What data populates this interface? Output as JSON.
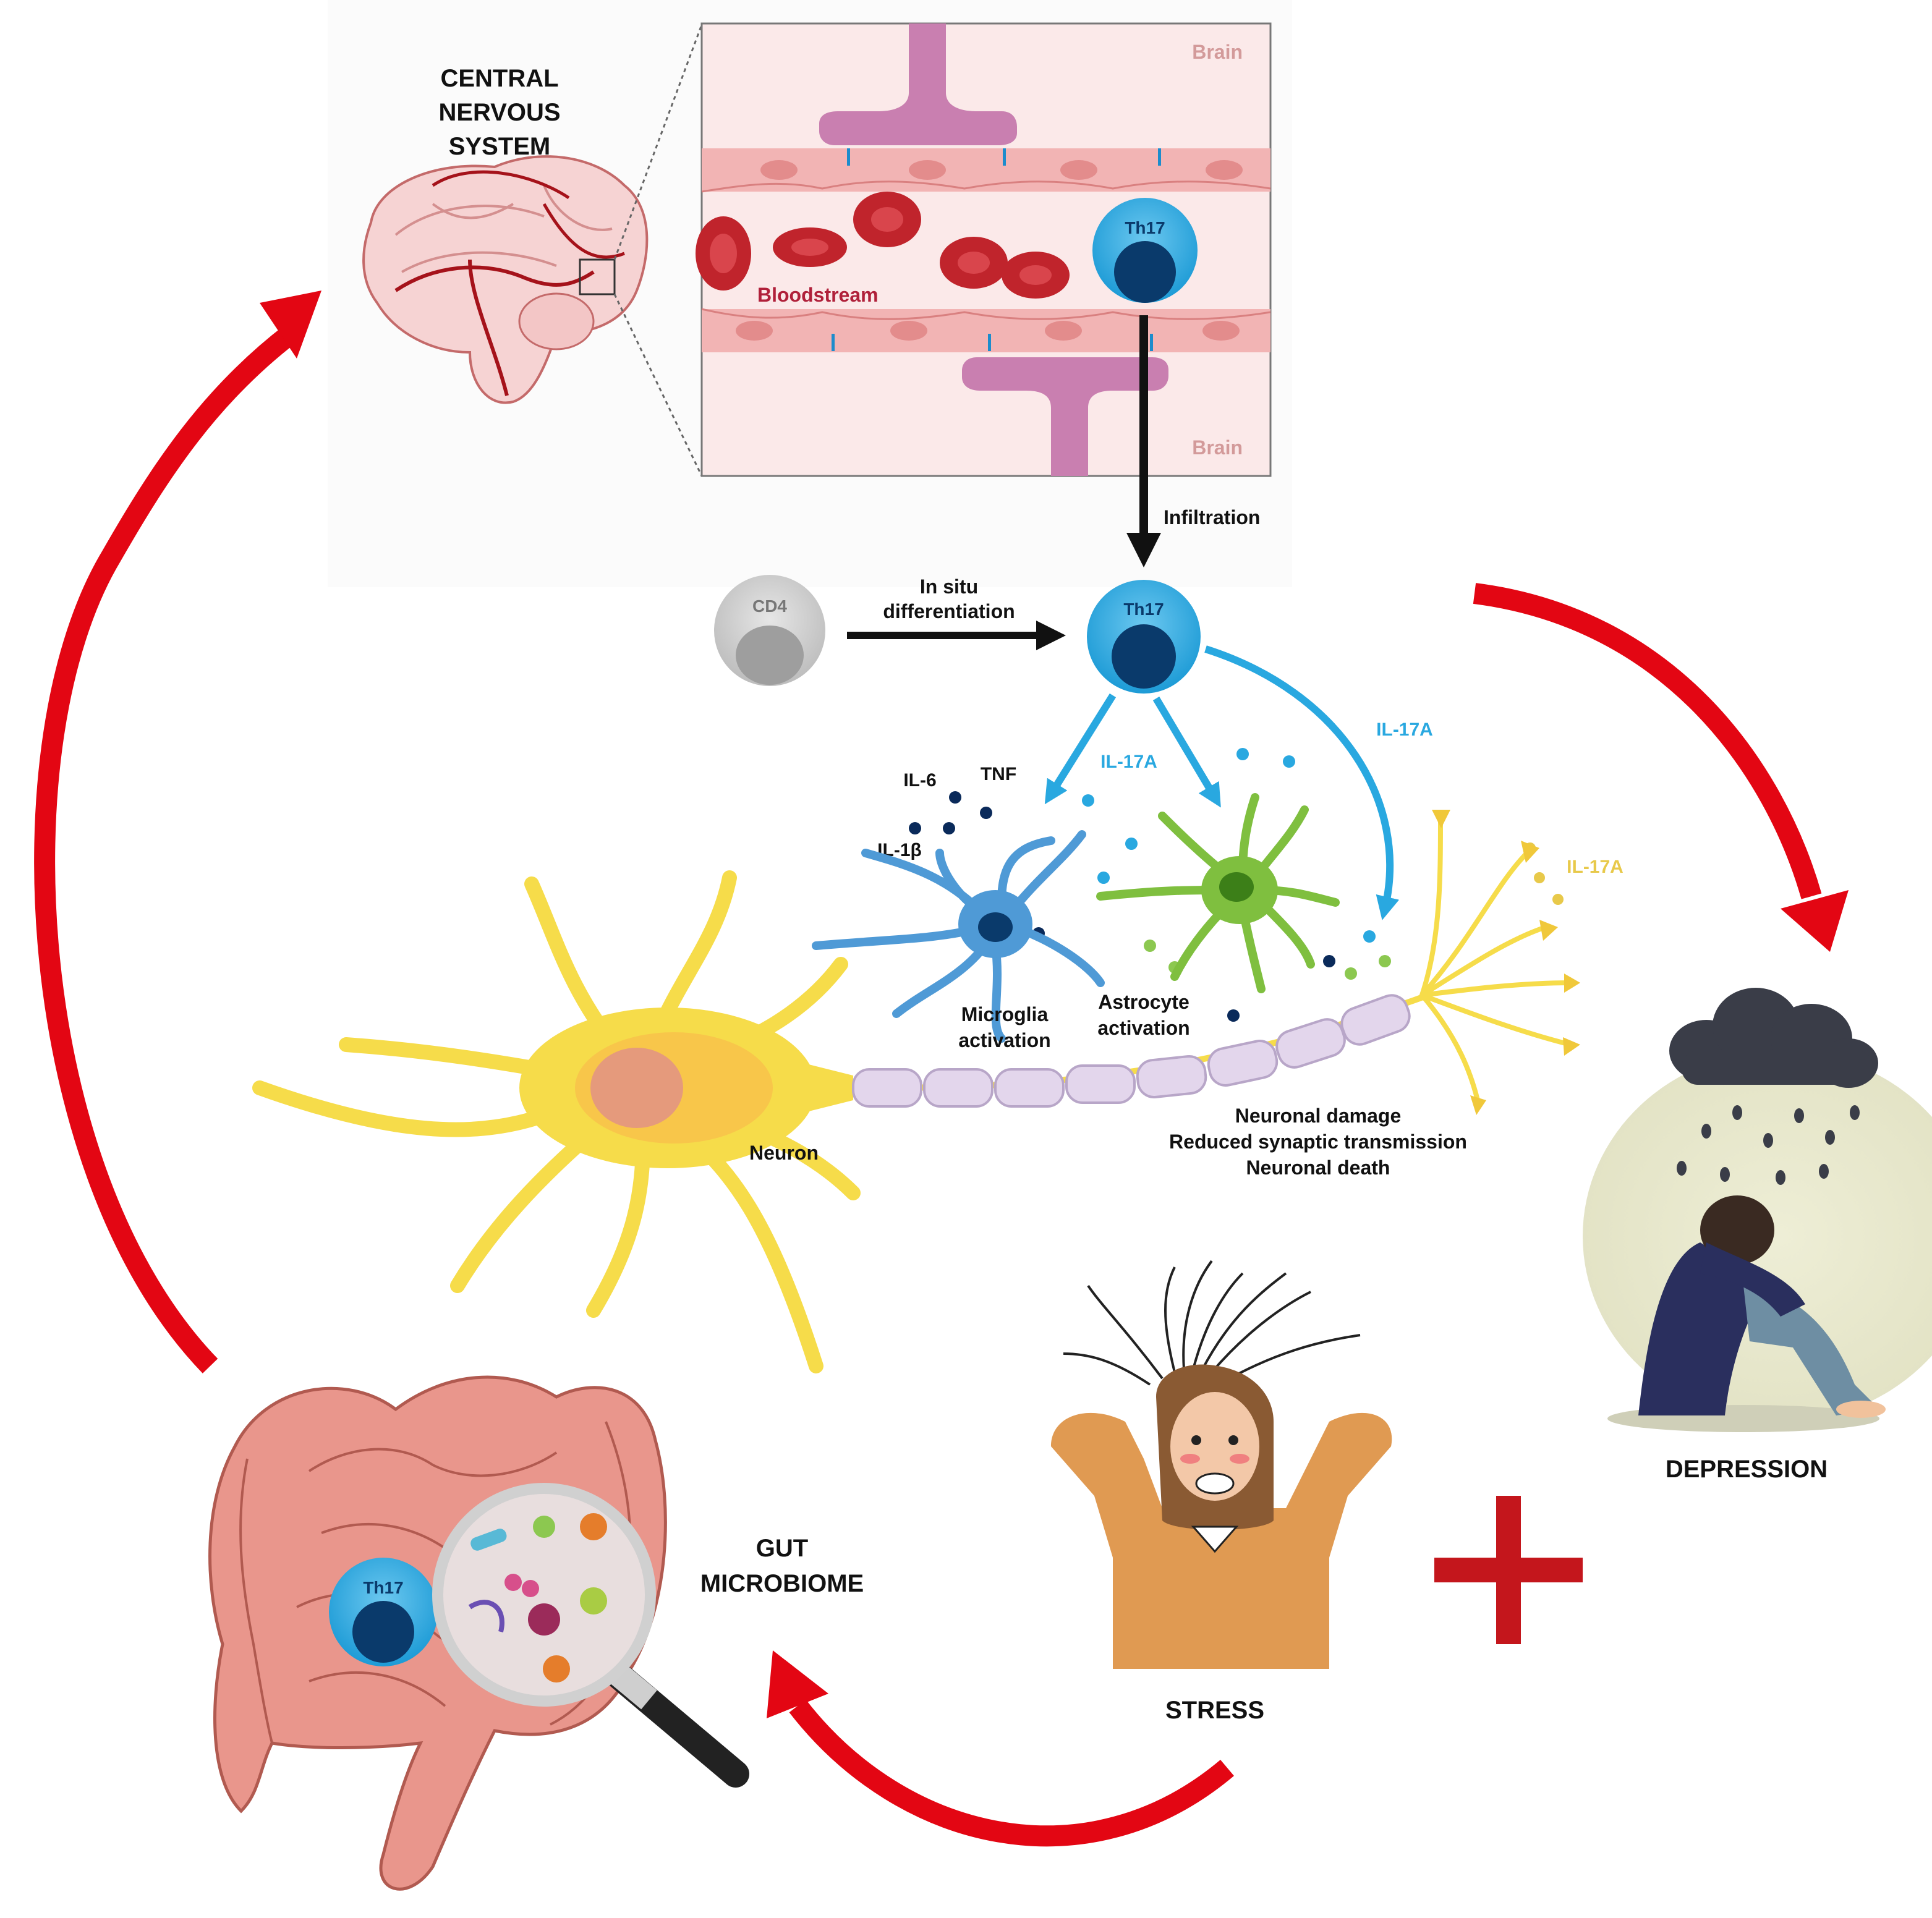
{
  "labels": {
    "cns_line1": "CENTRAL",
    "cns_line2": "NERVOUS",
    "cns_line3": "SYSTEM",
    "brain_top": "Brain",
    "brain_bottom": "Brain",
    "bloodstream": "Bloodstream",
    "th17": "Th17",
    "cd4": "CD4",
    "infiltration": "Infiltration",
    "in_situ_line1": "In situ",
    "in_situ_line2": "differentiation",
    "il17a": "IL-17A",
    "il6": "IL-6",
    "tnf": "TNF",
    "il1b": "IL-1β",
    "microglia_line1": "Microglia",
    "microglia_line2": "activation",
    "astrocyte_line1": "Astrocyte",
    "astrocyte_line2": "activation",
    "neuron": "Neuron",
    "damage_line1": "Neuronal damage",
    "damage_line2": "Reduced synaptic transmission",
    "damage_line3": "Neuronal death",
    "gut_line1": "GUT",
    "gut_line2": "MICROBIOME",
    "stress": "STRESS",
    "depression": "DEPRESSION"
  },
  "colors": {
    "cycle_arrow": "#e30613",
    "plus_sign": "#c4161c",
    "il17a_arrow": "#29a8e0",
    "th17_cell": "#29a8e0",
    "th17_nucleus": "#0a3a6b",
    "cd4_cell": "#c8c8c8",
    "neuron": "#f6dc4a",
    "microglia": "#4f9ad6",
    "astrocyte": "#7fbf3f",
    "vessel": "#f7dede",
    "red_blood_cell": "#c0242c",
    "brain_tissue": "#c97fb0",
    "myelin": "#e3d6ec"
  },
  "icons": [
    "brain-icon",
    "th17-cell-icon",
    "cd4-cell-icon",
    "microglia-icon",
    "astrocyte-icon",
    "neuron-icon",
    "intestine-icon",
    "magnifier-icon",
    "stressed-person-icon",
    "depressed-person-icon",
    "rain-cloud-icon"
  ]
}
